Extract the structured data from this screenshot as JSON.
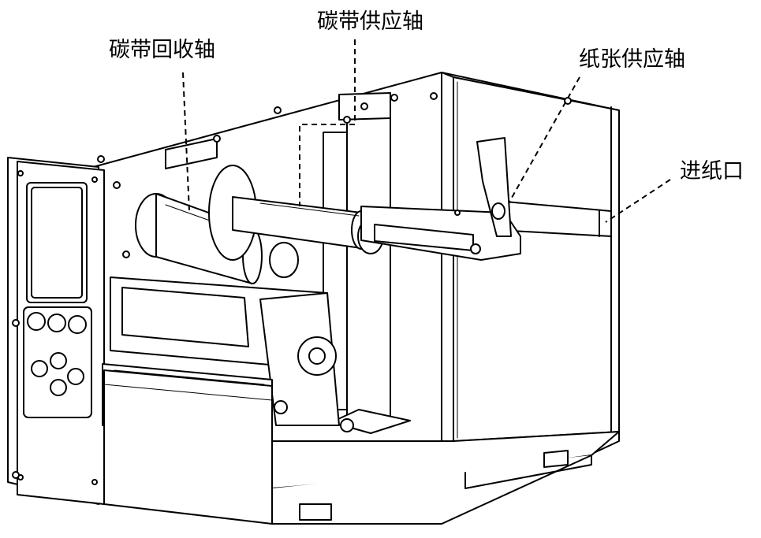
{
  "labels": {
    "ribbon_rewind_spindle": "碳带回收轴",
    "ribbon_supply_spindle": "碳带供应轴",
    "paper_supply_spindle": "纸张供应轴",
    "paper_inlet": "进纸口"
  },
  "colors": {
    "line": "#000000",
    "background": "#ffffff",
    "panel_fill": "#ffffff"
  }
}
